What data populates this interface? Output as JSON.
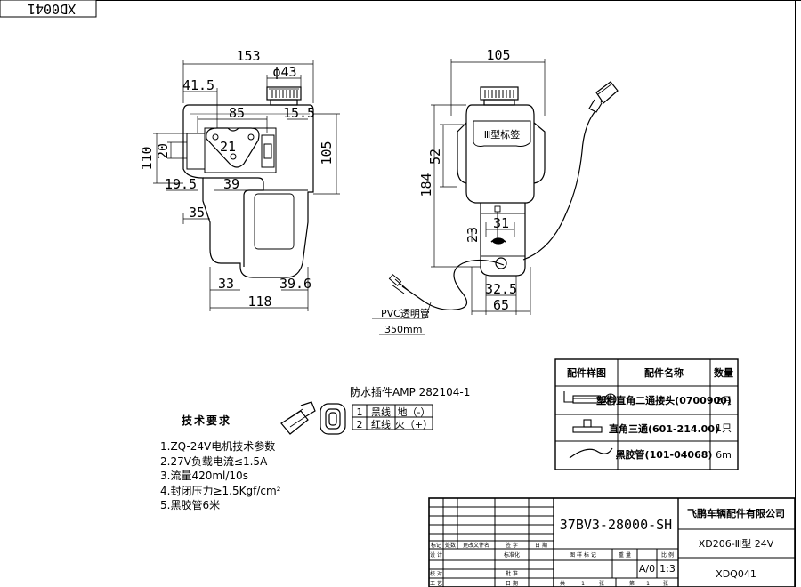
{
  "corner_label": "XD0041",
  "dimensions": {
    "left_view": [
      "153",
      "ϕ43",
      "41.5",
      "85",
      "15.5",
      "110",
      "20",
      "105",
      "21",
      "19.5",
      "39",
      "35",
      "33",
      "39.6",
      "118"
    ],
    "right_view": [
      "105",
      "52",
      "184",
      "31",
      "23",
      "32.5",
      "65"
    ]
  },
  "label_tag": "Ⅲ型标签",
  "pvc_label": "PVC透明管",
  "pvc_length": "350mm",
  "connector": {
    "title": "防水插件AMP 282104-1",
    "pins": [
      {
        "no": "1",
        "color": "黑线",
        "signal": "地（-）"
      },
      {
        "no": "2",
        "color": "红线",
        "signal": "火（+）"
      }
    ]
  },
  "tech_req": {
    "title": "技术要求",
    "items": [
      "1.ZQ-24V电机技术参数",
      "2.27V负载电流≤1.5A",
      "3.流量420ml/10s",
      "4.封闭压力≥1.5Kgf/cm²",
      "5.黑胶管6米"
    ]
  },
  "parts_table": {
    "headers": [
      "配件样图",
      "配件名称",
      "数量"
    ],
    "rows": [
      {
        "name": "塑料直角二通接头(0700900)",
        "qty": "2只"
      },
      {
        "name": "直角三通(601-214.00)",
        "qty": "1只"
      },
      {
        "name": "黑胶管(101-04068)",
        "qty": "6m"
      }
    ]
  },
  "title_block": {
    "drawing_no": "37BV3-28000-SH",
    "company": "飞鹏车辆配件有限公司",
    "product": "XD206-Ⅲ型 24V",
    "code": "XDQ041",
    "format": "A/0",
    "scale": "1:3",
    "labels": {
      "mark": "标记",
      "count": "处数",
      "change_doc": "更改文件名",
      "sign": "签 字",
      "date": "日 期",
      "design": "设 计",
      "standard": "标准化",
      "check": "校 对",
      "approve": "批 准",
      "process": "工 艺",
      "date2": "日 期",
      "stage": "图 样 标 记",
      "weight": "重 量",
      "ratio": "比 例",
      "total": "共",
      "sheets": "张",
      "sheet_no": "第",
      "sheet_unit": "张",
      "total_n": "1",
      "sheet_n": "1"
    }
  }
}
